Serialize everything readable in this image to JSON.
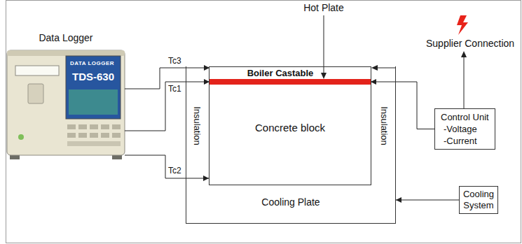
{
  "diagram": {
    "nodes": [
      {
        "text": [
          "Data Logger"
        ]
      },
      {
        "text": [
          "Insulation",
          "Insulation",
          "Cooling Plate"
        ]
      },
      {
        "text": [
          "Concrete block"
        ],
        "in": 1
      },
      {
        "text": [
          "Boiler Castable"
        ],
        "in": 2
      },
      {
        "text": [
          "Hot Plate"
        ],
        "in": 2
      },
      {
        "text": [
          "Control Unit",
          "-Voltage",
          "-Current"
        ]
      },
      {
        "text": [
          "Cooling System"
        ]
      }
    ],
    "edges": [
      {
        "from": 0,
        "to": 3,
        "arrow": "to",
        "label": "Tc3"
      },
      {
        "from": 0,
        "to": 4,
        "arrow": "to",
        "label": "Tc1"
      },
      {
        "from": 0,
        "to": 2,
        "arrow": "to",
        "label": "Tc2"
      },
      {
        "from": 5,
        "to": 4,
        "arrow": "to"
      },
      {
        "from": 6,
        "to": 1,
        "arrow": "to"
      }
    ],
    "labels": [
      "Supplier Connection",
      "DATA LOGGER",
      "TDS-630"
    ]
  }
}
